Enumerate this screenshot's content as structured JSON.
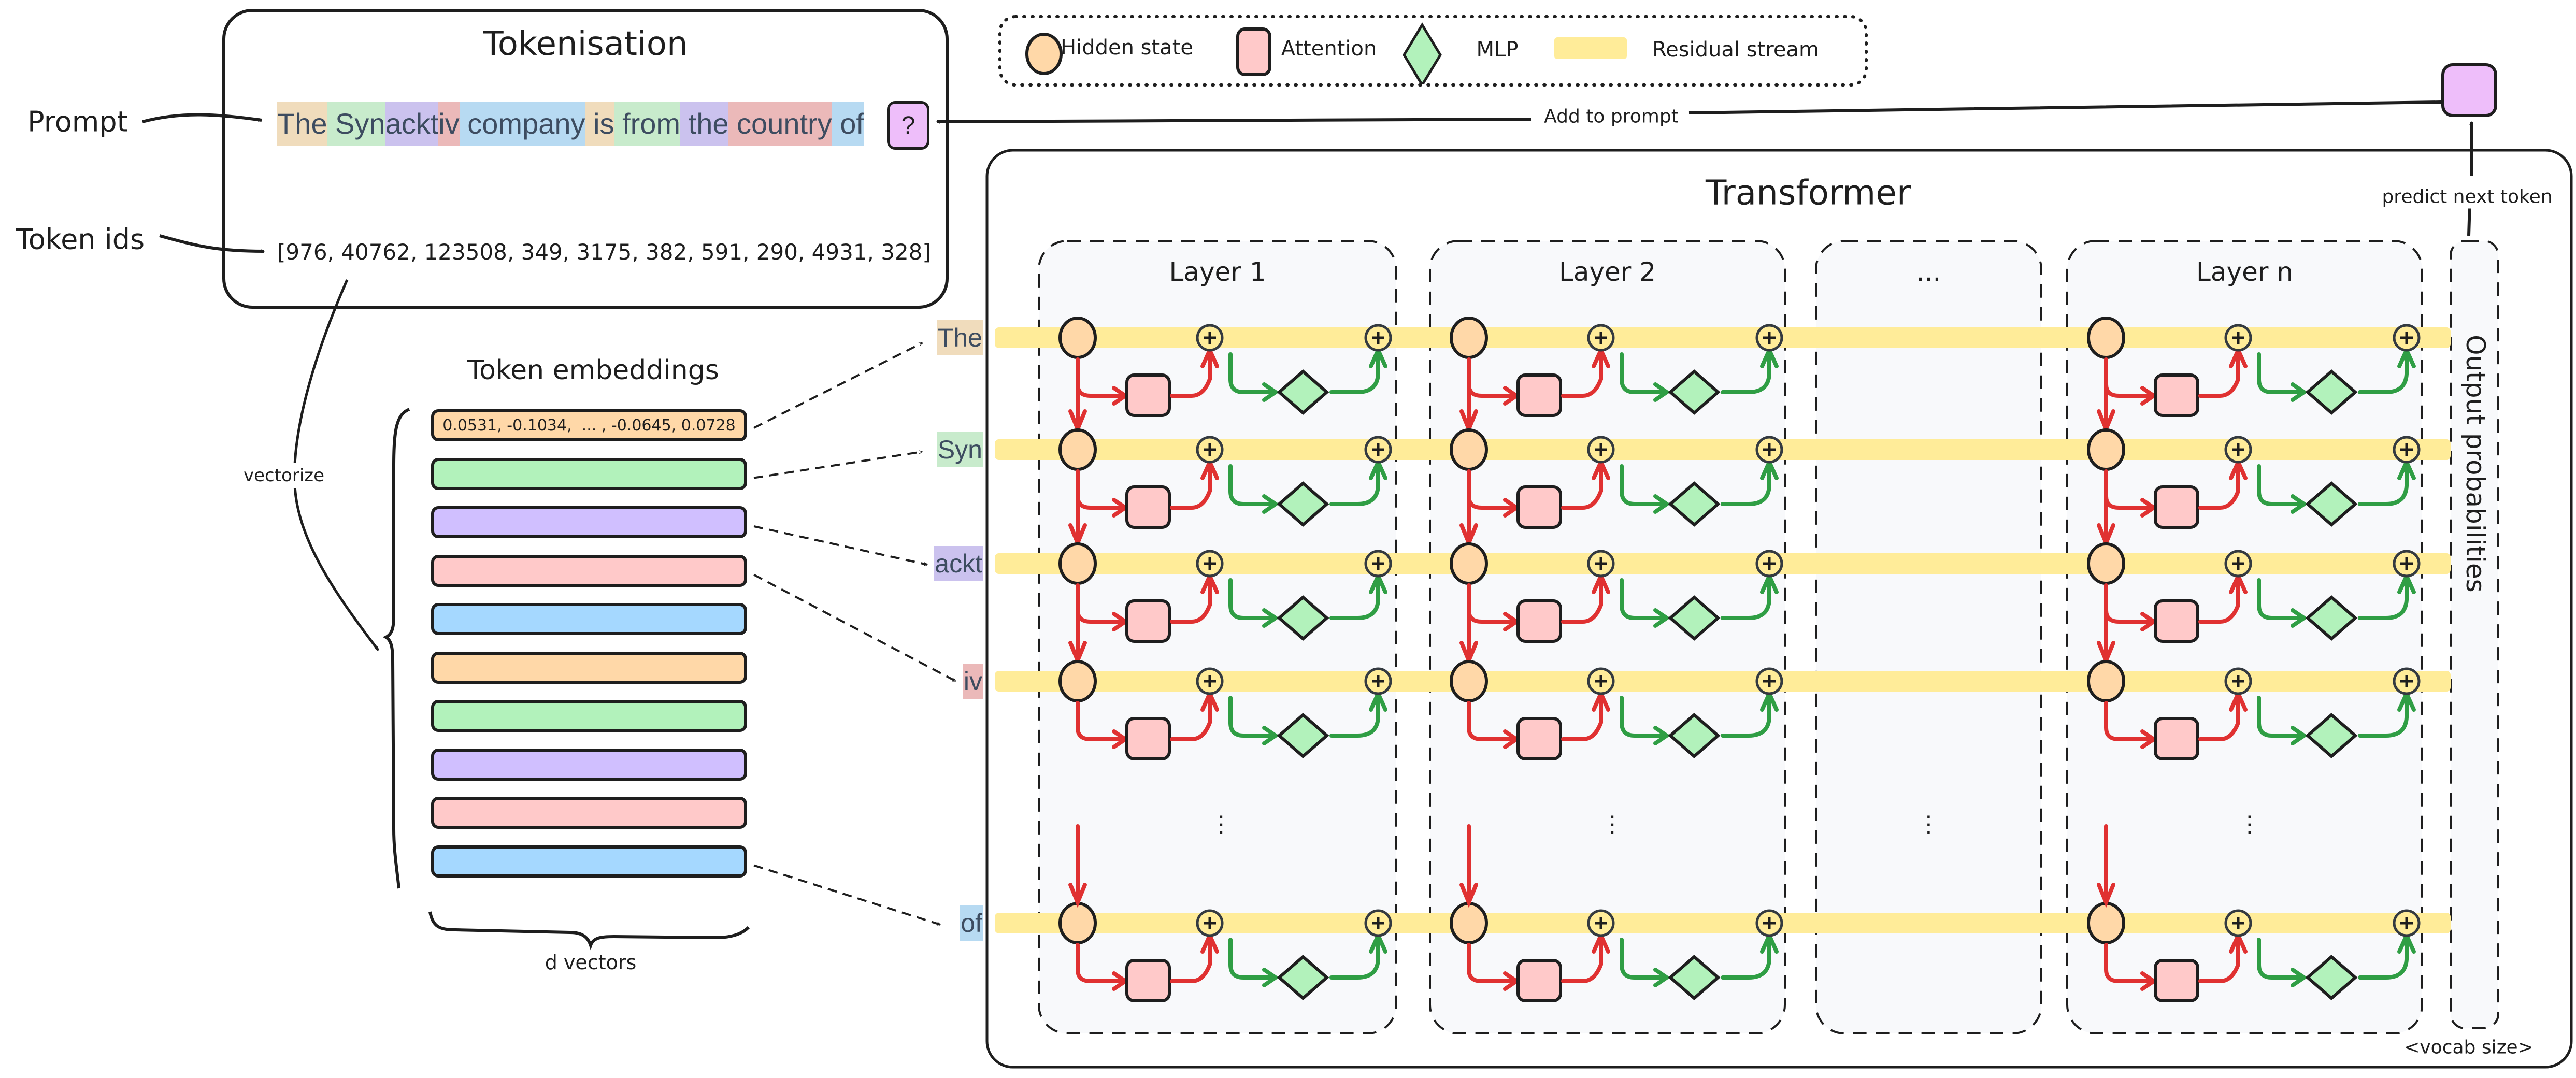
{
  "legend": {
    "items": [
      {
        "shape": "circle",
        "label": "Hidden state",
        "fill": "#ffd8a8"
      },
      {
        "shape": "rounded-rect",
        "label": "Attention",
        "fill": "#ffc9c9"
      },
      {
        "shape": "diamond",
        "label": "MLP",
        "fill": "#b2f2bb"
      },
      {
        "shape": "bar",
        "label": "Residual stream",
        "fill": "#ffec99"
      }
    ]
  },
  "tokenisation": {
    "title": "Tokenisation",
    "prompt_label": "Prompt",
    "token_ids_label": "Token ids",
    "tokens": [
      {
        "text": "The",
        "color": "#f0dcbc"
      },
      {
        "text": " Syn",
        "color": "#c8ebcc"
      },
      {
        "text": "ackt",
        "color": "#cbc2ee"
      },
      {
        "text": "iv",
        "color": "#ebb9b9"
      },
      {
        "text": " company",
        "color": "#b7daf2"
      },
      {
        "text": " is",
        "color": "#f0dcbc"
      },
      {
        "text": " from",
        "color": "#c8ebcc"
      },
      {
        "text": " the",
        "color": "#cbc2ee"
      },
      {
        "text": " country",
        "color": "#ebb9b9"
      },
      {
        "text": " of",
        "color": "#b7daf2"
      }
    ],
    "unknown_token": "?",
    "token_ids_text": "[976, 40762, 123508, 349, 3175, 382, 591, 290, 4931, 328]"
  },
  "embeddings": {
    "title": "Token embeddings",
    "first_vector_text": "0.0531, -0.1034,  ... , -0.0645, 0.0728",
    "bar_colors": [
      "#ffd8a8",
      "#b2f2bb",
      "#d0bfff",
      "#ffc9c9",
      "#a5d8ff",
      "#ffd8a8",
      "#b2f2bb",
      "#d0bfff",
      "#ffc9c9",
      "#a5d8ff"
    ],
    "vectorize_label": "vectorize",
    "d_vectors_label": "d vectors"
  },
  "transformer": {
    "title": "Transformer",
    "row_tokens": [
      {
        "text": "The",
        "color": "#f0dcbc"
      },
      {
        "text": "Syn",
        "color": "#c8ebcc"
      },
      {
        "text": "ackt",
        "color": "#cbc2ee"
      },
      {
        "text": "iv",
        "color": "#ebb9b9"
      },
      {
        "text": "of",
        "color": "#b7daf2"
      }
    ],
    "layers": [
      {
        "label": "Layer 1",
        "type": "layer"
      },
      {
        "label": "Layer 2",
        "type": "layer"
      },
      {
        "label": "...",
        "type": "ellipsis"
      },
      {
        "label": "Layer n",
        "type": "layer"
      }
    ],
    "vertical_ellipsis": "⋮",
    "output_label": "Output probabilities",
    "vocab_label": "<vocab size>",
    "predict_label": "predict next token",
    "add_to_prompt_label": "Add to prompt"
  },
  "colors": {
    "attention_arrow": "#e03131",
    "mlp_arrow": "#2f9e44",
    "hidden_state": "#ffd8a8",
    "attention": "#ffc9c9",
    "mlp": "#b2f2bb",
    "residual": "#ffec99",
    "output_token": "#eebefa",
    "layer_bg": "#f8f9fb"
  }
}
